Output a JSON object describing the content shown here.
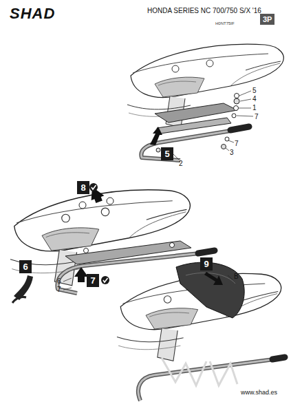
{
  "diagram": {
    "nodes": [
      {
        "text": [
          "5"
        ]
      },
      {
        "text": [
          "8"
        ]
      },
      {
        "text": [
          "6"
        ]
      },
      {
        "text": [
          "7"
        ]
      },
      {
        "text": [
          "9"
        ]
      }
    ],
    "labels": [
      "SHAD",
      "HONDA SERIES NC 700/750 S/X '16",
      "3P",
      "H0NT75IF",
      "5",
      "4",
      "1",
      "7",
      "7",
      "3",
      "2",
      "6",
      "7",
      "B",
      "www.shad.es"
    ]
  }
}
